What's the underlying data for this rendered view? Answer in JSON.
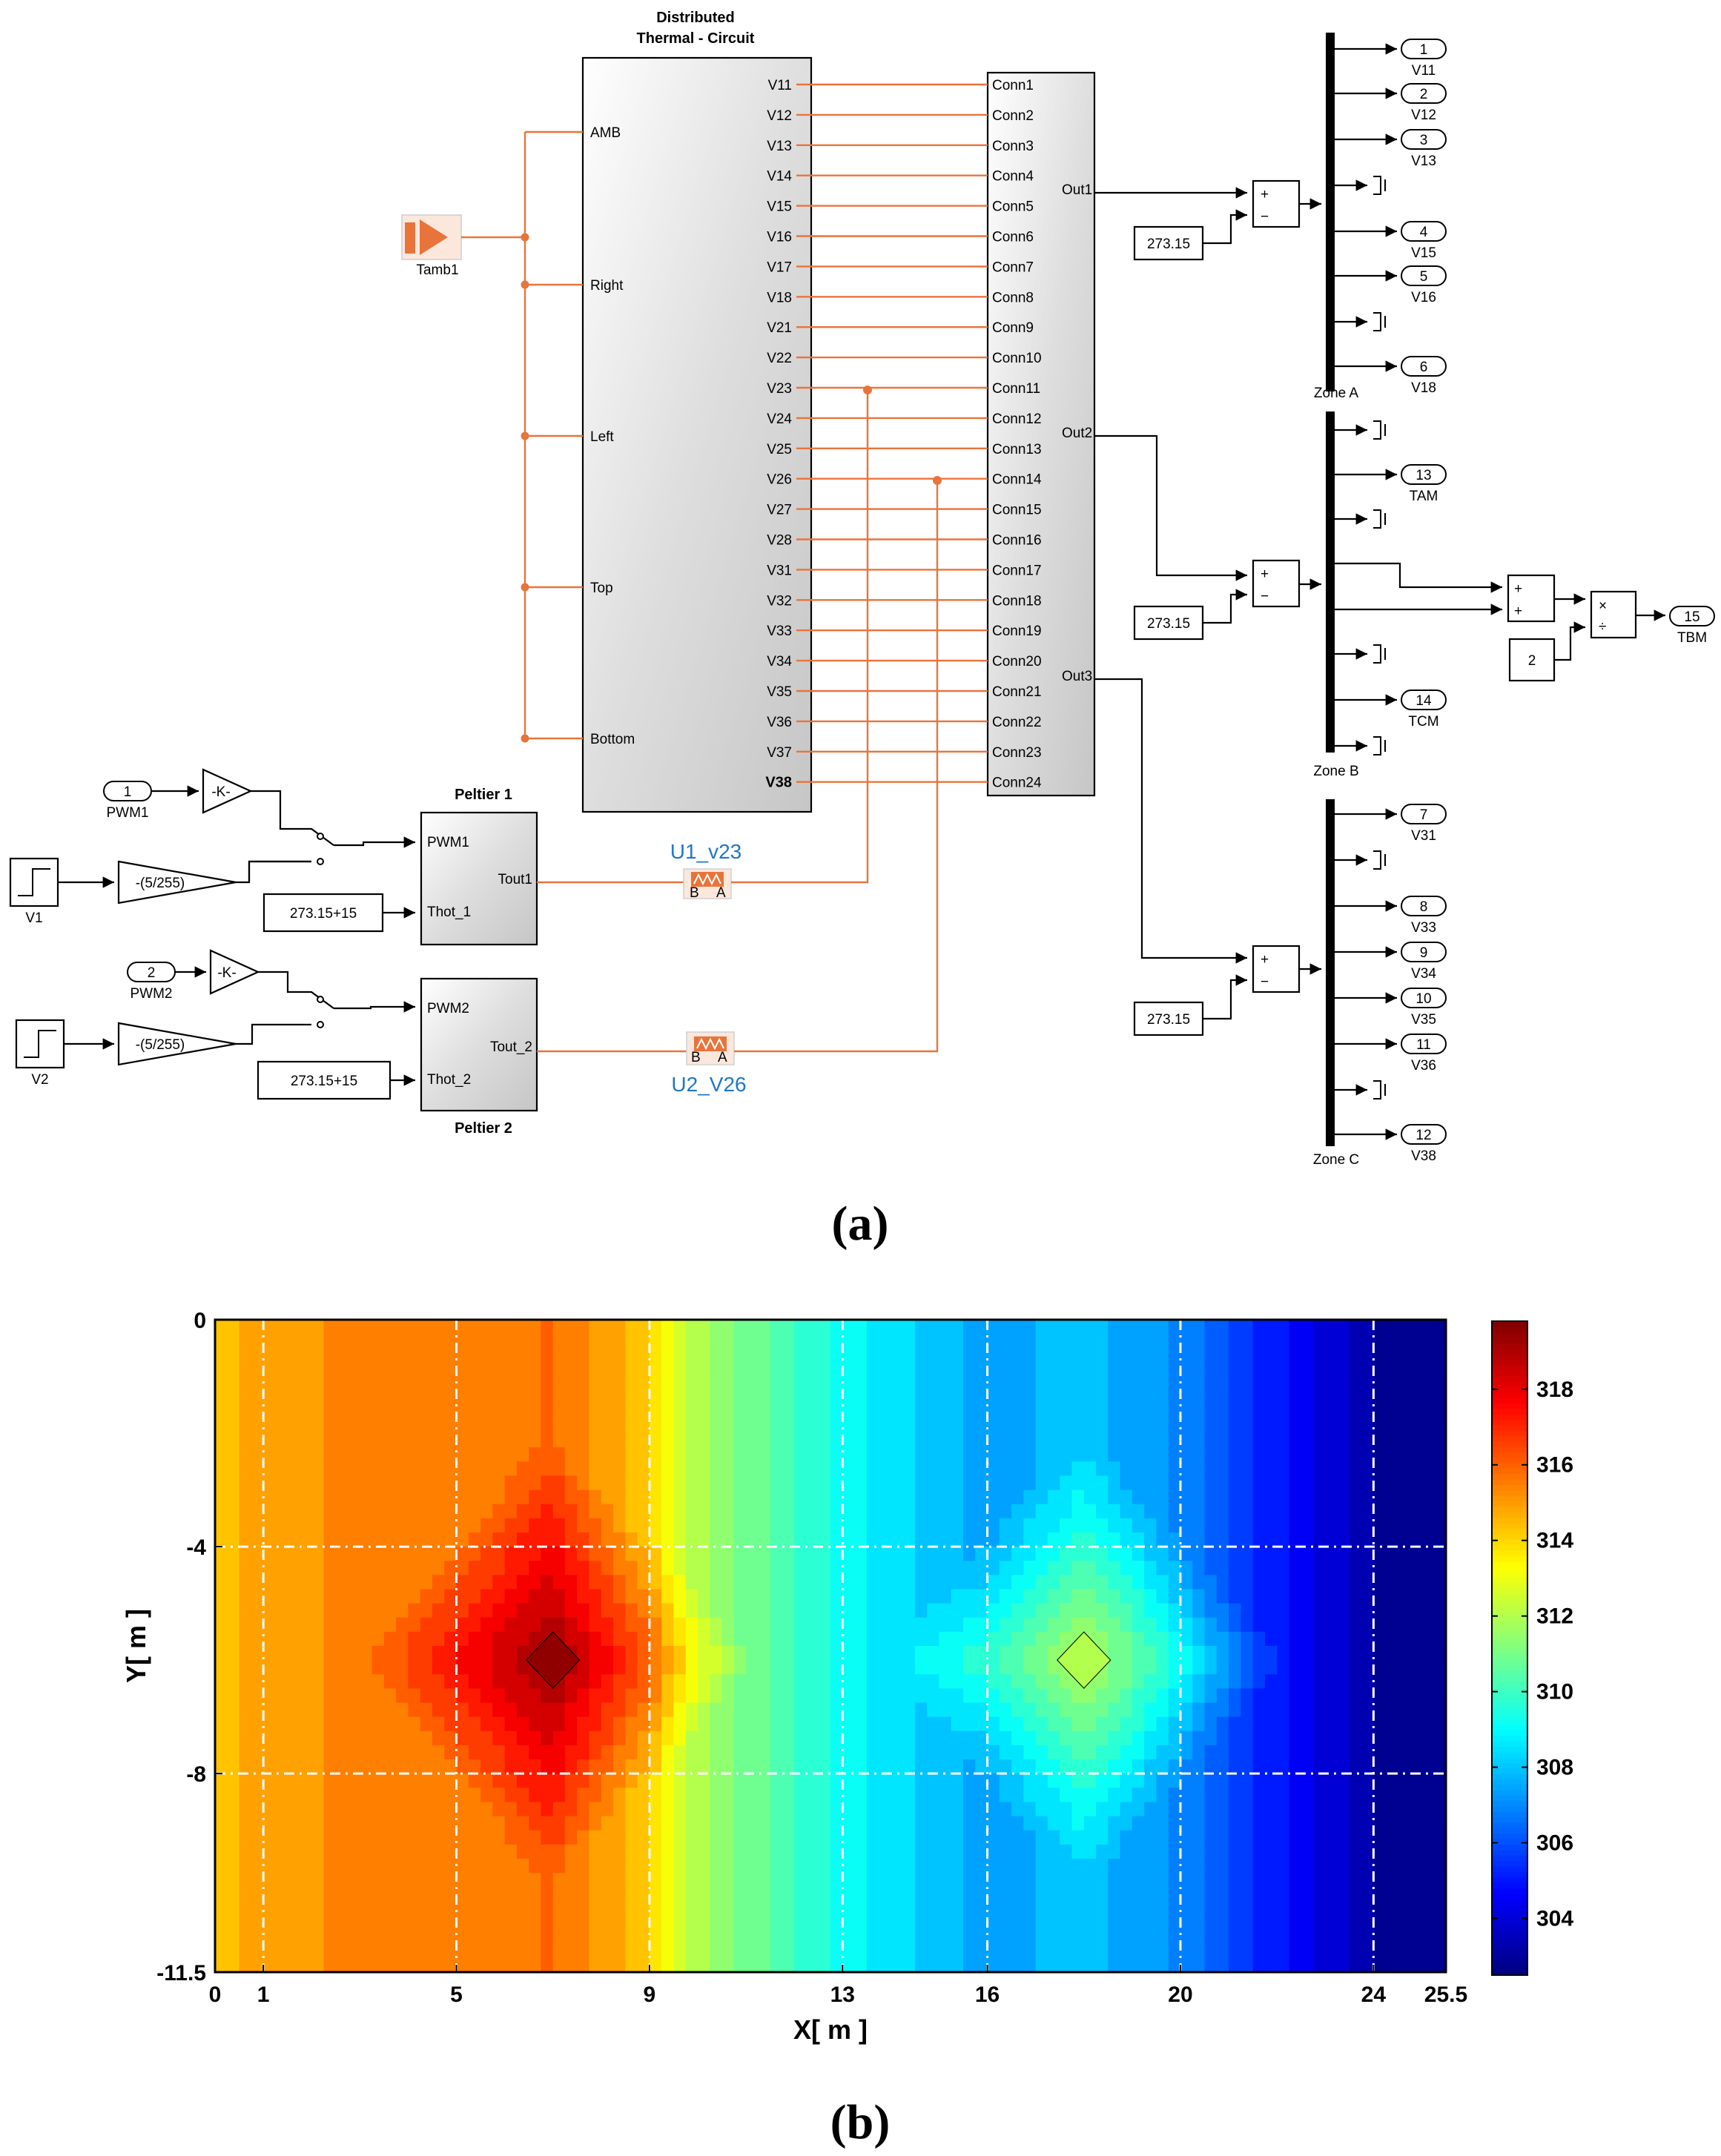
{
  "panel_a": {
    "caption": "(a)",
    "thermal_block": {
      "title_line1": "Distributed",
      "title_line2": "Thermal - Circuit",
      "left_ports": [
        "AMB",
        "Right",
        "Left",
        "Top",
        "Bottom"
      ],
      "right_ports": [
        "V11",
        "V12",
        "V13",
        "V14",
        "V15",
        "V16",
        "V17",
        "V18",
        "V21",
        "V22",
        "V23",
        "V24",
        "V25",
        "V26",
        "V27",
        "V28",
        "V31",
        "V32",
        "V33",
        "V34",
        "V35",
        "V36",
        "V37",
        "V38"
      ]
    },
    "conn_block": {
      "ports": [
        "Conn1",
        "Conn2",
        "Conn3",
        "Conn4",
        "Conn5",
        "Conn6",
        "Conn7",
        "Conn8",
        "Conn9",
        "Conn10",
        "Conn11",
        "Conn12",
        "Conn13",
        "Conn14",
        "Conn15",
        "Conn16",
        "Conn17",
        "Conn18",
        "Conn19",
        "Conn20",
        "Conn21",
        "Conn22",
        "Conn23",
        "Conn24"
      ],
      "outputs": [
        "Out1",
        "Out2",
        "Out3"
      ]
    },
    "tamb_label": "Tamb1",
    "constants": {
      "kelvin": "273.15",
      "hot": "273.15+15",
      "two": "2"
    },
    "sum_signs": {
      "plus": "+",
      "minus": "−",
      "mult": "×",
      "div": "÷"
    },
    "peltier1": {
      "title": "Peltier 1",
      "in1": "PWM1",
      "in2": "Thot_1",
      "out": "Tout1"
    },
    "peltier2": {
      "title": "Peltier 2",
      "in1": "PWM2",
      "in2": "Thot_2",
      "out": "Tout_2"
    },
    "pwm_inputs": [
      {
        "num": "1",
        "label": "PWM1"
      },
      {
        "num": "2",
        "label": "PWM2"
      }
    ],
    "gain_k": "-K-",
    "gain_scale": "-(5/255)",
    "step_labels": [
      "V1",
      "V2"
    ],
    "sources": [
      {
        "label": "U1_v23",
        "b": "B",
        "a": "A"
      },
      {
        "label": "U2_V26",
        "b": "B",
        "a": "A"
      }
    ],
    "zone_a": {
      "label": "Zone A",
      "outputs": [
        {
          "num": "1",
          "label": "V11"
        },
        {
          "num": "2",
          "label": "V12"
        },
        {
          "num": "3",
          "label": "V13"
        },
        {
          "num": "4",
          "label": "V15"
        },
        {
          "num": "5",
          "label": "V16"
        },
        {
          "num": "6",
          "label": "V18"
        }
      ]
    },
    "zone_b": {
      "label": "Zone B",
      "outputs": [
        {
          "num": "13",
          "label": "TAM"
        },
        {
          "num": "14",
          "label": "TCM"
        },
        {
          "num": "15",
          "label": "TBM"
        }
      ]
    },
    "zone_c": {
      "label": "Zone C",
      "outputs": [
        {
          "num": "7",
          "label": "V31"
        },
        {
          "num": "8",
          "label": "V33"
        },
        {
          "num": "9",
          "label": "V34"
        },
        {
          "num": "10",
          "label": "V35"
        },
        {
          "num": "11",
          "label": "V36"
        },
        {
          "num": "12",
          "label": "V38"
        }
      ]
    },
    "colors": {
      "orange": "#e8743b",
      "blue_text": "#1f77c8"
    }
  },
  "panel_b": {
    "caption": "(b)",
    "chart_data": {
      "type": "heatmap",
      "xlabel": "X[ m ]",
      "ylabel": "Y[ m ]",
      "x_ticks": [
        "0",
        "1",
        "5",
        "9",
        "13",
        "16",
        "20",
        "24",
        "25.5"
      ],
      "y_ticks": [
        "0",
        "-4",
        "-8",
        "-11.5"
      ],
      "xlim": [
        0,
        25.5
      ],
      "ylim": [
        -11.5,
        0
      ],
      "colorbar_ticks": [
        "318",
        "316",
        "314",
        "312",
        "310",
        "308",
        "306",
        "304"
      ],
      "colorbar_range": [
        302.5,
        319.8
      ],
      "colormap": "jet",
      "hot_spots": [
        {
          "x": 7,
          "y": -6,
          "value": 319.5
        },
        {
          "x": 18,
          "y": -6,
          "value": 312.0
        }
      ],
      "x_profile": {
        "x": [
          0,
          1,
          3,
          5,
          7,
          8,
          9,
          9.5,
          10,
          11,
          12,
          13,
          14,
          15,
          16,
          17,
          18,
          19,
          20,
          21,
          22,
          23,
          23.5,
          24,
          25.5
        ],
        "value": [
          314.3,
          315.0,
          315.3,
          315.6,
          315.8,
          315.0,
          314.2,
          313.0,
          312.0,
          311.0,
          310.0,
          309.2,
          308.5,
          308.0,
          307.5,
          307.7,
          307.8,
          307.6,
          307.0,
          306.0,
          305.0,
          304.0,
          303.6,
          303.0,
          302.8
        ]
      },
      "grid": "white dash-dot at x=1,5,9,13,16,20,24 and y=-4,-8"
    }
  }
}
